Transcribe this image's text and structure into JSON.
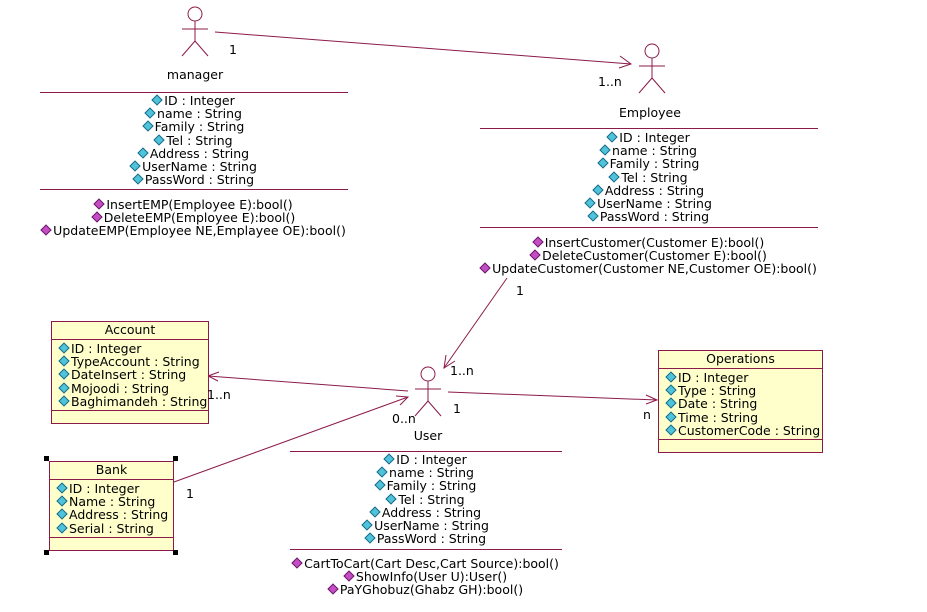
{
  "actors": [
    {
      "key": "manager",
      "name": "manager",
      "attributes": [
        "ID : Integer",
        "name : String",
        "Family : String",
        "Tel : String",
        "Address : String",
        "UserName : String",
        "PassWord : String"
      ],
      "operations": [
        "InsertEMP(Employee E):bool()",
        "DeleteEMP(Employee E):bool()",
        "UpdateEMP(Employee NE,Emplayee OE):bool()"
      ]
    },
    {
      "key": "employee",
      "name": "Employee",
      "attributes": [
        "ID : Integer",
        "name : String",
        "Family : String",
        "Tel : String",
        "Address : String",
        "UserName : String",
        "PassWord : String"
      ],
      "operations": [
        "InsertCustomer(Customer E):bool()",
        "DeleteCustomer(Customer E):bool()",
        "UpdateCustomer(Customer NE,Customer OE):bool()"
      ]
    },
    {
      "key": "user",
      "name": "User",
      "attributes": [
        "ID : Integer",
        "name : String",
        "Family : String",
        "Tel : String",
        "Address : String",
        "UserName : String",
        "PassWord : String"
      ],
      "operations": [
        "CartToCart(Cart Desc,Cart Source):bool()",
        "ShowInfo(User U):User()",
        "PaYGhobuz(Ghabz GH):bool()"
      ]
    }
  ],
  "classes": [
    {
      "key": "account",
      "name": "Account",
      "attributes": [
        "ID : Integer",
        "TypeAccount : String",
        "DateInsert : String",
        "Mojoodi : String",
        "Baghimandeh : String"
      ]
    },
    {
      "key": "bank",
      "name": "Bank",
      "attributes": [
        "ID : Integer",
        "Name : String",
        "Address : String",
        "Serial : String"
      ]
    },
    {
      "key": "operations",
      "name": "Operations",
      "attributes": [
        "ID : Integer",
        "Type : String",
        "Date : String",
        "Time : String",
        "CustomerCode : String"
      ]
    }
  ],
  "multiplicities": {
    "manager_emp_src": "1",
    "manager_emp_dst": "1..n",
    "emp_user_src": "1",
    "emp_user_dst": "1..n",
    "user_account_dst": "1..n",
    "user_ops_src": "1",
    "user_ops_dst": "n",
    "bank_user_src": "1",
    "bank_user_dst": "0..n"
  },
  "colors": {
    "line": "#8b1a4a",
    "class_fill": "#ffffcc",
    "attr_icon": "#4fc3d9",
    "op_icon": "#c44dc4"
  }
}
